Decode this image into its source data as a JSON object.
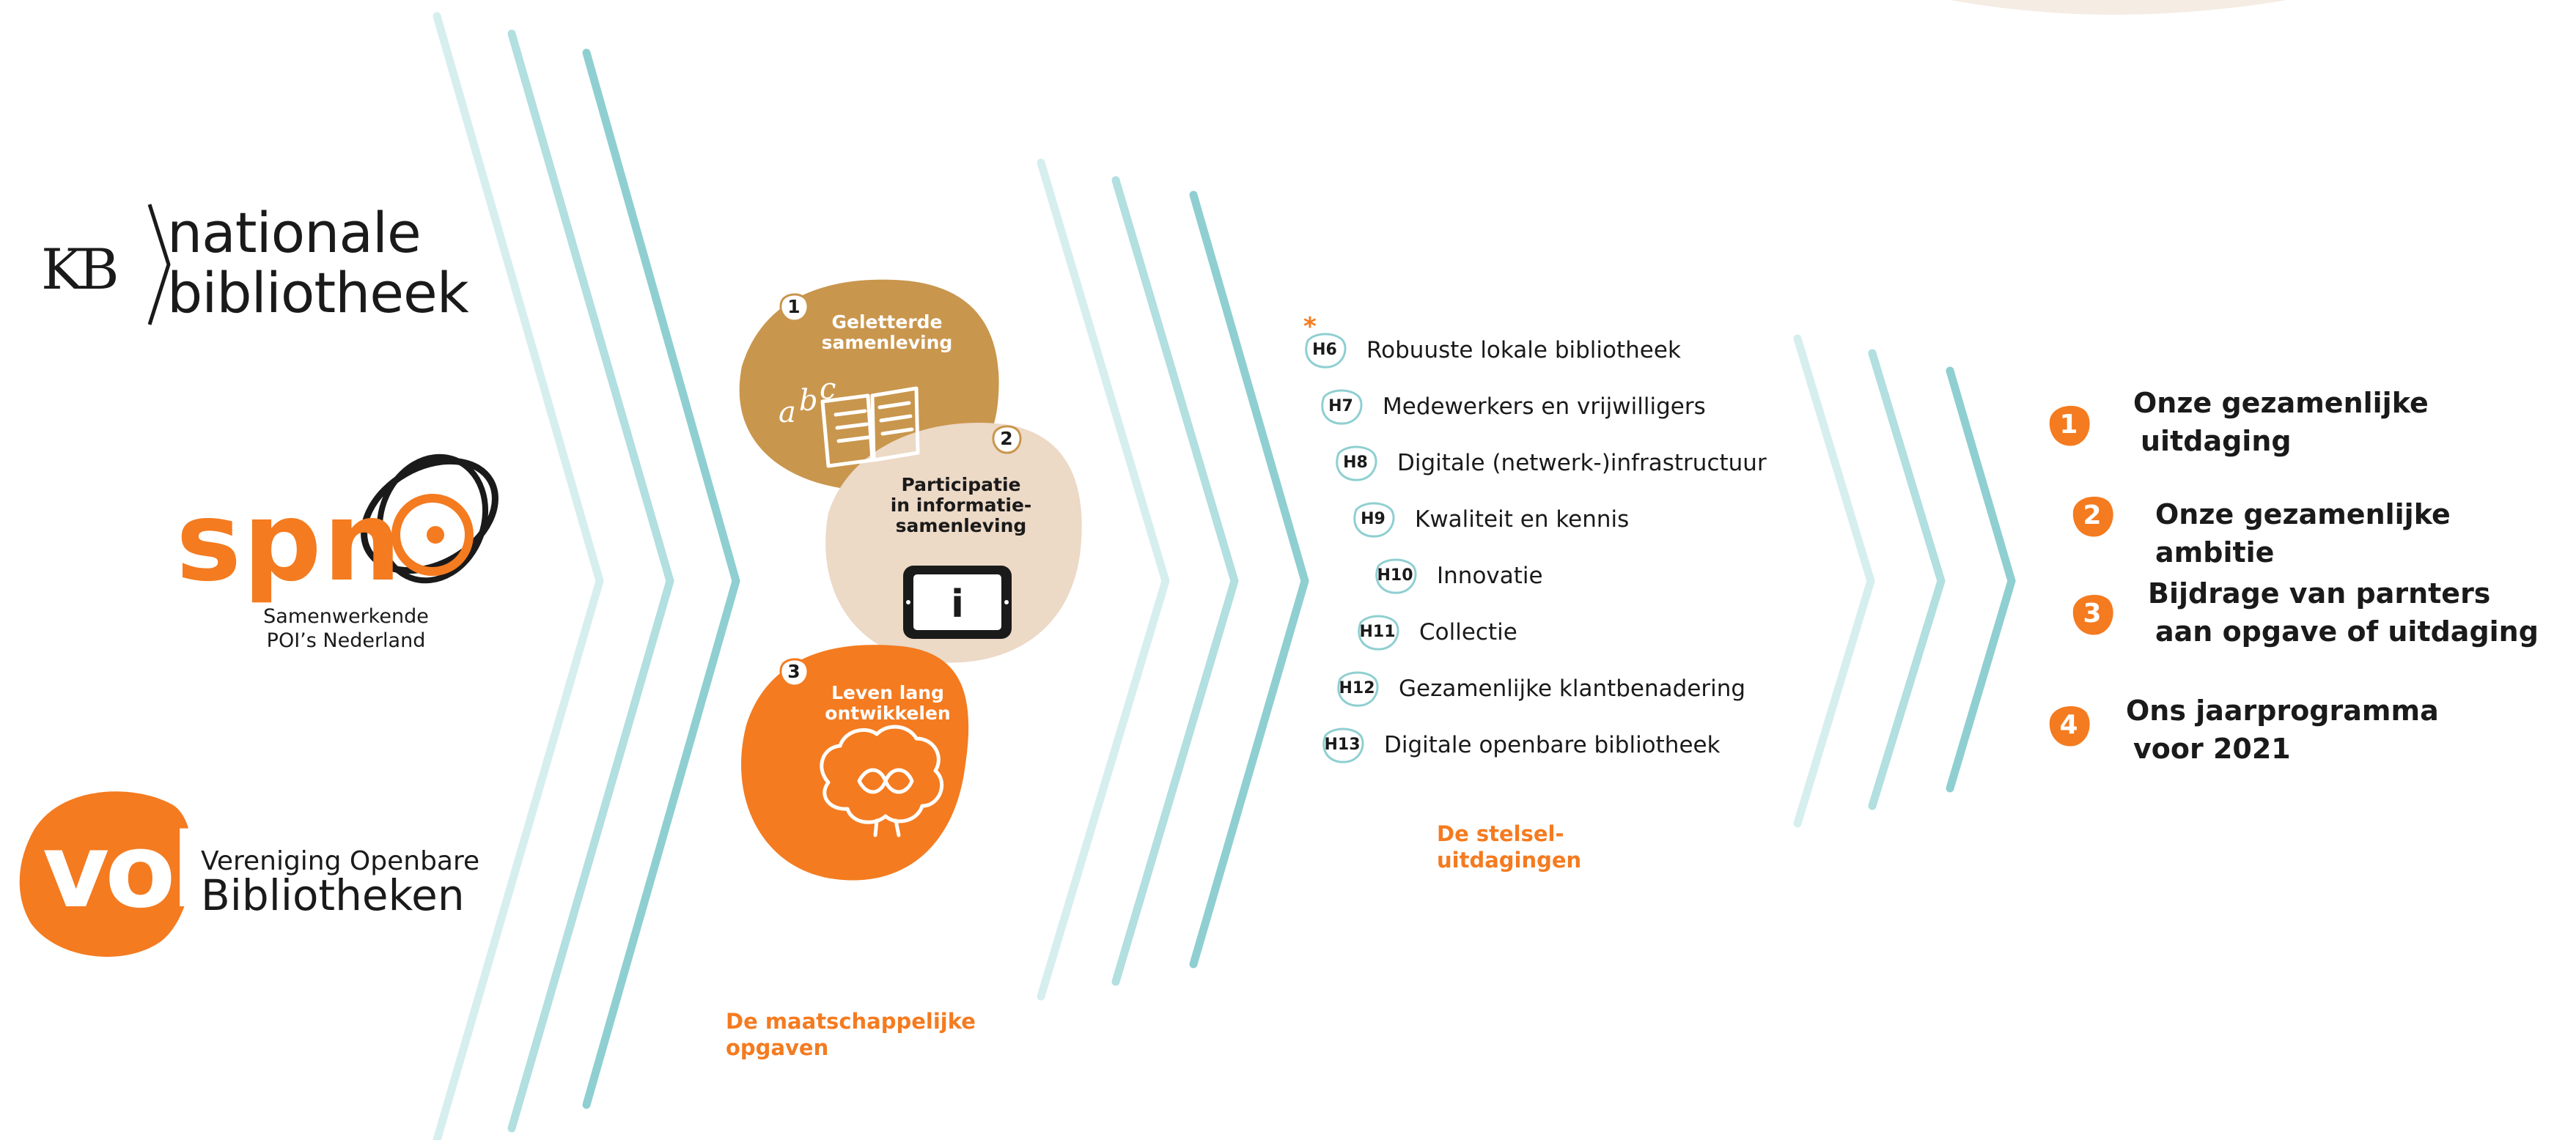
{
  "colors": {
    "orange": "#f47b20",
    "gold": "#c9964d",
    "beige": "#ecd9c6",
    "chevron_light": "#d6eeee",
    "chevron_mid": "#b2dfe0",
    "chevron_dark": "#8fcfd1",
    "badge_outline": "#8fcfd1"
  },
  "logos": {
    "kb": {
      "mark": "KB",
      "line1": "nationale",
      "line2": "bibliotheek"
    },
    "spn": {
      "word": "spn",
      "sub_line1": "Samenwerkende",
      "sub_line2": "POI’s Nederland"
    },
    "vob": {
      "word": "vob",
      "line1": "Vereniging Openbare",
      "line2": "Bibliotheken"
    }
  },
  "opgaven": {
    "items": [
      {
        "number": "1",
        "line1": "Geletterde",
        "line2": "samenleving",
        "line3": "",
        "icon": "open-book-abc-icon"
      },
      {
        "number": "2",
        "line1": "Participatie",
        "line2": "in informatie-",
        "line3": "samenleving",
        "icon": "tablet-info-icon"
      },
      {
        "number": "3",
        "line1": "Leven lang",
        "line2": "ontwikkelen",
        "line3": "",
        "icon": "brain-infinity-icon"
      }
    ],
    "tablet_glyph": "i",
    "caption_line1": "De maatschappelijke",
    "caption_line2": "opgaven"
  },
  "uitdagingen": {
    "asterisk": "*",
    "items": [
      {
        "code": "H6",
        "label": "Robuuste lokale bibliotheek"
      },
      {
        "code": "H7",
        "label": "Medewerkers en vrijwilligers"
      },
      {
        "code": "H8",
        "label": "Digitale (netwerk-)infrastructuur"
      },
      {
        "code": "H9",
        "label": "Kwaliteit en kennis"
      },
      {
        "code": "H10",
        "label": "Innovatie"
      },
      {
        "code": "H11",
        "label": "Collectie"
      },
      {
        "code": "H12",
        "label": "Gezamenlijke klantbenadering"
      },
      {
        "code": "H13",
        "label": "Digitale openbare bibliotheek"
      }
    ],
    "caption_line1": "De stelsel-",
    "caption_line2": "uitdagingen"
  },
  "legend": {
    "items": [
      {
        "number": "1",
        "line1": "Onze gezamenlijke",
        "line2": "uitdaging"
      },
      {
        "number": "2",
        "line1": "Onze gezamenlijke ambitie",
        "line2": ""
      },
      {
        "number": "3",
        "line1": "Bijdrage van parnters",
        "line2": "aan opgave of uitdaging"
      },
      {
        "number": "4",
        "line1": "Ons jaarprogramma",
        "line2": "voor 2021"
      }
    ]
  },
  "icons": {
    "chevrons": "chevron-arrows-icon",
    "spn_mark": "spn-orbit-icon"
  }
}
